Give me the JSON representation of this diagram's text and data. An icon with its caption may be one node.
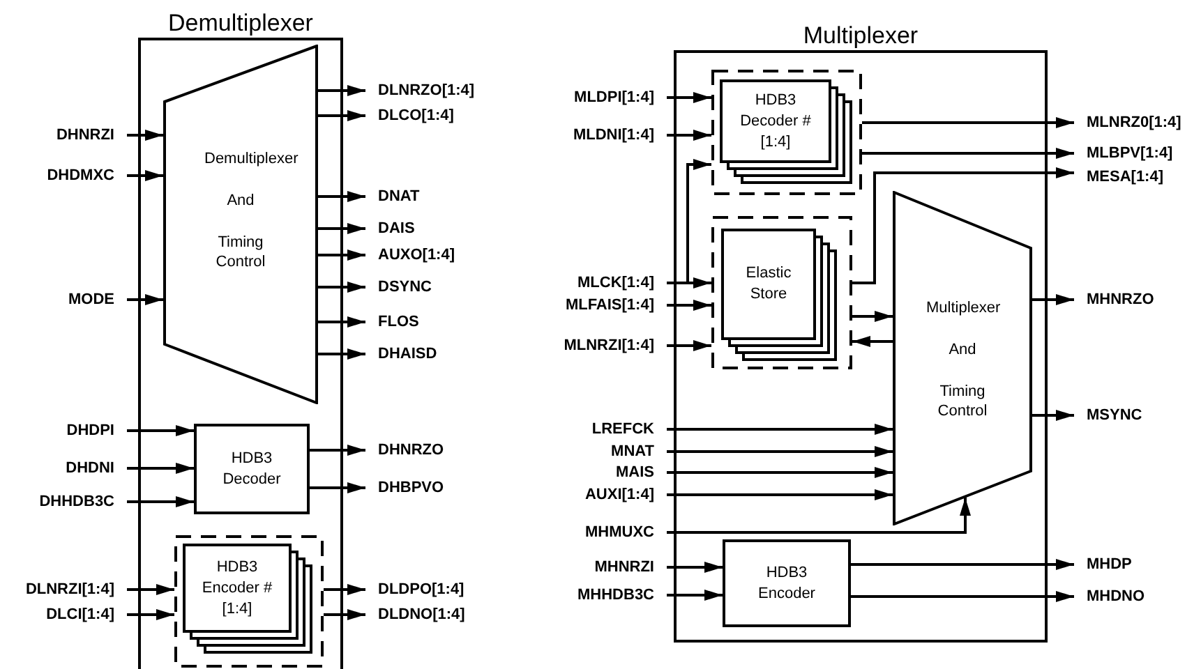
{
  "diagram": {
    "nodes": [
      {
        "text": [
          "Demultiplexer"
        ]
      },
      {
        "text": [
          "Demultiplexer",
          "And",
          "Timing Control"
        ],
        "in": 0
      },
      {
        "text": [
          "HDB3 Decoder"
        ],
        "in": 0
      },
      {
        "text": [],
        "shape": "box",
        "in": 0
      },
      {
        "text": [
          "HDB3 Encoder #[1:4]"
        ],
        "in": 3
      },
      {
        "text": [
          "DHNRZI"
        ]
      },
      {
        "text": [
          "DHDMXC"
        ]
      },
      {
        "text": [
          "MODE"
        ]
      },
      {
        "text": [
          "DHDPI"
        ]
      },
      {
        "text": [
          "DHDNI"
        ]
      },
      {
        "text": [
          "DHHDB3C"
        ]
      },
      {
        "text": [
          "DLNRZI[1:4]"
        ]
      },
      {
        "text": [
          "DLCI[1:4]"
        ]
      },
      {
        "text": [
          "DLNRZO[1:4]"
        ]
      },
      {
        "text": [
          "DLCO[1:4]"
        ]
      },
      {
        "text": [
          "DNAT"
        ]
      },
      {
        "text": [
          "DAIS"
        ]
      },
      {
        "text": [
          "AUXO[1:4]"
        ]
      },
      {
        "text": [
          "DSYNC"
        ]
      },
      {
        "text": [
          "FLOS"
        ]
      },
      {
        "text": [
          "DHAISD"
        ]
      },
      {
        "text": [
          "DHNRZO"
        ]
      },
      {
        "text": [
          "DHBPVO"
        ]
      },
      {
        "text": [
          "DLDPO[1:4]"
        ]
      },
      {
        "text": [
          "DLDNO[1:4]"
        ]
      },
      {
        "text": [
          "Multiplexer"
        ]
      },
      {
        "text": [],
        "shape": "box",
        "in": 25
      },
      {
        "text": [
          "HDB3 Decoder #[1:4]"
        ],
        "in": 26
      },
      {
        "text": [],
        "shape": "box",
        "in": 25
      },
      {
        "text": [
          "Elastic Store"
        ],
        "in": 28
      },
      {
        "text": [
          "Multiplexer",
          "And",
          "Timing Control"
        ],
        "in": 25
      },
      {
        "text": [
          "HDB3 Encoder"
        ],
        "in": 25
      },
      {
        "text": [
          "MLDPI[1:4]"
        ]
      },
      {
        "text": [
          "MLDNI[1:4]"
        ]
      },
      {
        "text": [
          "MLCK[1:4]"
        ]
      },
      {
        "text": [
          "MLFAIS[1:4]"
        ]
      },
      {
        "text": [
          "MLNRZI[1:4]"
        ]
      },
      {
        "text": [
          "LREFCK"
        ]
      },
      {
        "text": [
          "MNAT"
        ]
      },
      {
        "text": [
          "MAIS"
        ]
      },
      {
        "text": [
          "AUXI[1:4]"
        ]
      },
      {
        "text": [
          "MHMUXC"
        ]
      },
      {
        "text": [
          "MHNRZI"
        ]
      },
      {
        "text": [
          "MHHDB3C"
        ]
      },
      {
        "text": [
          "MLNRZ0[1:4]"
        ]
      },
      {
        "text": [
          "MLBPV[1:4]"
        ]
      },
      {
        "text": [
          "MESA[1:4]"
        ]
      },
      {
        "text": [
          "MHNRZO"
        ]
      },
      {
        "text": [
          "MSYNC"
        ]
      },
      {
        "text": [
          "MHDP"
        ]
      },
      {
        "text": [
          "MHDNO"
        ]
      }
    ],
    "edges": [
      {
        "from": 5,
        "to": 1,
        "arrow": "to"
      },
      {
        "from": 6,
        "to": 1,
        "arrow": "to"
      },
      {
        "from": 7,
        "to": 1,
        "arrow": "to"
      },
      {
        "from": 1,
        "to": 13,
        "arrow": "to"
      },
      {
        "from": 1,
        "to": 14,
        "arrow": "to"
      },
      {
        "from": 1,
        "to": 15,
        "arrow": "to"
      },
      {
        "from": 1,
        "to": 16,
        "arrow": "to"
      },
      {
        "from": 1,
        "to": 17,
        "arrow": "to"
      },
      {
        "from": 1,
        "to": 18,
        "arrow": "to"
      },
      {
        "from": 1,
        "to": 19,
        "arrow": "to"
      },
      {
        "from": 1,
        "to": 20,
        "arrow": "to"
      },
      {
        "from": 8,
        "to": 2,
        "arrow": "to"
      },
      {
        "from": 9,
        "to": 2,
        "arrow": "to"
      },
      {
        "from": 10,
        "to": 2,
        "arrow": "to"
      },
      {
        "from": 2,
        "to": 21,
        "arrow": "to"
      },
      {
        "from": 2,
        "to": 22,
        "arrow": "to"
      },
      {
        "from": 11,
        "to": 3,
        "arrow": "to"
      },
      {
        "from": 12,
        "to": 3,
        "arrow": "to"
      },
      {
        "from": 3,
        "to": 23,
        "arrow": "to"
      },
      {
        "from": 3,
        "to": 24,
        "arrow": "to"
      },
      {
        "from": 32,
        "to": 26,
        "arrow": "to"
      },
      {
        "from": 33,
        "to": 26,
        "arrow": "to"
      },
      {
        "from": 34,
        "to": 26,
        "arrow": "to"
      },
      {
        "from": 34,
        "to": 28,
        "arrow": "to"
      },
      {
        "from": 35,
        "to": 28,
        "arrow": "to"
      },
      {
        "from": 36,
        "to": 28,
        "arrow": "to"
      },
      {
        "from": 26,
        "to": 44,
        "arrow": "to"
      },
      {
        "from": 26,
        "to": 45,
        "arrow": "to"
      },
      {
        "from": 28,
        "to": 46,
        "arrow": "to"
      },
      {
        "from": 28,
        "to": 30,
        "arrow": "to"
      },
      {
        "from": 30,
        "to": 28,
        "arrow": "to"
      },
      {
        "from": 37,
        "to": 30,
        "arrow": "to"
      },
      {
        "from": 38,
        "to": 30,
        "arrow": "to"
      },
      {
        "from": 39,
        "to": 30,
        "arrow": "to"
      },
      {
        "from": 40,
        "to": 30,
        "arrow": "to"
      },
      {
        "from": 41,
        "to": 30,
        "arrow": "to"
      },
      {
        "from": 30,
        "to": 47,
        "arrow": "to"
      },
      {
        "from": 30,
        "to": 48,
        "arrow": "to"
      },
      {
        "from": 42,
        "to": 31,
        "arrow": "to"
      },
      {
        "from": 43,
        "to": 31,
        "arrow": "to"
      },
      {
        "from": 31,
        "to": 49,
        "arrow": "to"
      },
      {
        "from": 31,
        "to": 50,
        "arrow": "to"
      }
    ]
  }
}
